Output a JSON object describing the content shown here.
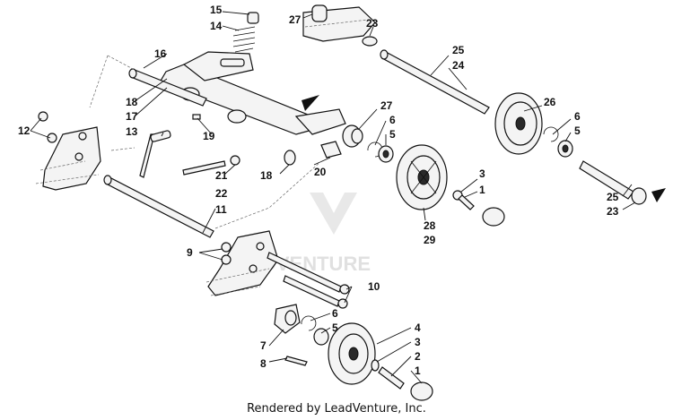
{
  "footer": {
    "credit": "Rendered by LeadVenture, Inc."
  },
  "watermark": {
    "text": "LEADVENTURE"
  },
  "callouts": {
    "c1": "1",
    "c1b": "1",
    "c2": "2",
    "c3": "3",
    "c3b": "3",
    "c4": "4",
    "c5": "5",
    "c5b": "5",
    "c5c": "5",
    "c6": "6",
    "c6b": "6",
    "c6c": "6",
    "c7": "7",
    "c8": "8",
    "c9": "9",
    "c10": "10",
    "c11": "11",
    "c12": "12",
    "c13": "13",
    "c14": "14",
    "c15": "15",
    "c16": "16",
    "c17": "17",
    "c18": "18",
    "c18b": "18",
    "c19": "19",
    "c20": "20",
    "c21": "21",
    "c22": "22",
    "c23": "23",
    "c23b": "23",
    "c24": "24",
    "c25": "25",
    "c25b": "25",
    "c26": "26",
    "c27": "27",
    "c27b": "27",
    "c28": "28",
    "c29": "29"
  }
}
